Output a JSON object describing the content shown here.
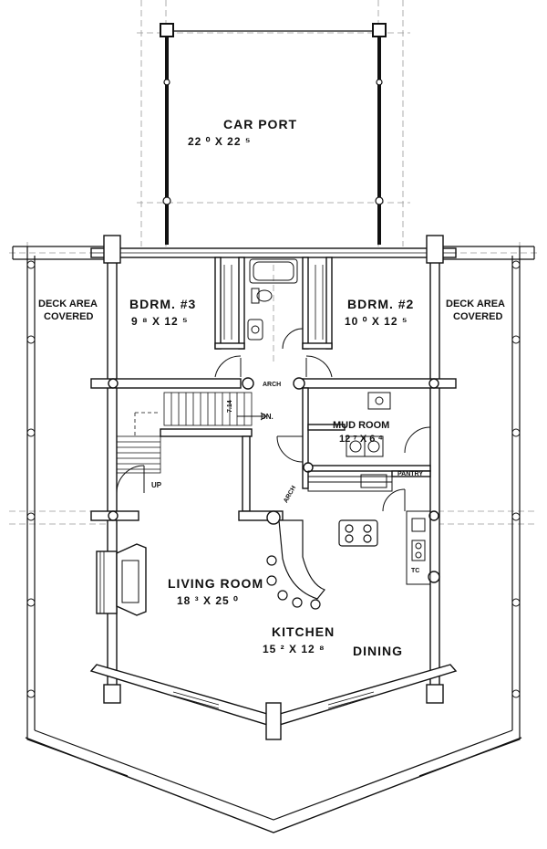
{
  "rooms": {
    "car_port": {
      "name": "CAR PORT",
      "dims": "22 ⁰  X   22 ⁵"
    },
    "bedroom3": {
      "name": "BDRM. #3",
      "dims": "9 ⁸ X    12 ⁵"
    },
    "bedroom2": {
      "name": "BDRM. #2",
      "dims": "10 ⁰  X    12 ⁵"
    },
    "deck_left": {
      "name": "DECK AREA",
      "sub": "COVERED"
    },
    "deck_right": {
      "name": "DECK AREA",
      "sub": "COVERED"
    },
    "mud_room": {
      "name": "MUD ROOM",
      "dims": "12 ⁷  X   6 ⁴"
    },
    "living_room": {
      "name": "LIVING ROOM",
      "dims": "18 ³ X    25 ⁰"
    },
    "kitchen": {
      "name": "KITCHEN",
      "dims": "15 ² X    12 ⁸"
    },
    "dining": {
      "name": "DINING"
    }
  },
  "labels": {
    "arch_top": "ARCH",
    "arch_side": "ARCH",
    "pantry": "PANTRY",
    "down": "DN.",
    "up": "UP",
    "stair_count": "7.14",
    "tc": "TC"
  }
}
